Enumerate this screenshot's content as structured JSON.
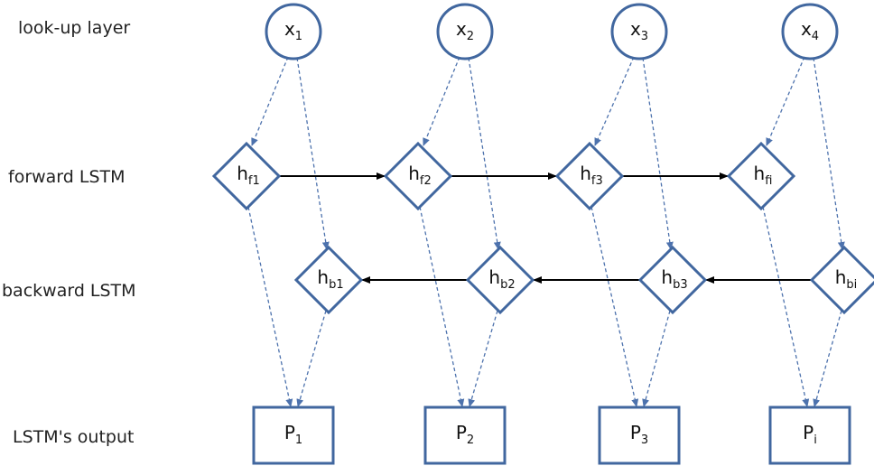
{
  "labels": {
    "lookup": "look-up layer",
    "forward": "forward LSTM",
    "backward": "backward LSTM",
    "output": "LSTM's output"
  },
  "inputs": [
    {
      "base": "x",
      "sub": "1"
    },
    {
      "base": "x",
      "sub": "2"
    },
    {
      "base": "x",
      "sub": "3"
    },
    {
      "base": "x",
      "sub": "4"
    }
  ],
  "forward": [
    {
      "base": "h",
      "sub": "f1"
    },
    {
      "base": "h",
      "sub": "f2"
    },
    {
      "base": "h",
      "sub": "f3"
    },
    {
      "base": "h",
      "sub": "fi"
    }
  ],
  "backward": [
    {
      "base": "h",
      "sub": "b1"
    },
    {
      "base": "h",
      "sub": "b2"
    },
    {
      "base": "h",
      "sub": "b3"
    },
    {
      "base": "h",
      "sub": "bi"
    }
  ],
  "outputs": [
    {
      "base": "P",
      "sub": "1"
    },
    {
      "base": "P",
      "sub": "2"
    },
    {
      "base": "P",
      "sub": "3"
    },
    {
      "base": "P",
      "sub": "i"
    }
  ],
  "colors": {
    "node_stroke": "#41679f",
    "dashed_edge": "#4d72ad",
    "solid_edge": "#000000"
  }
}
